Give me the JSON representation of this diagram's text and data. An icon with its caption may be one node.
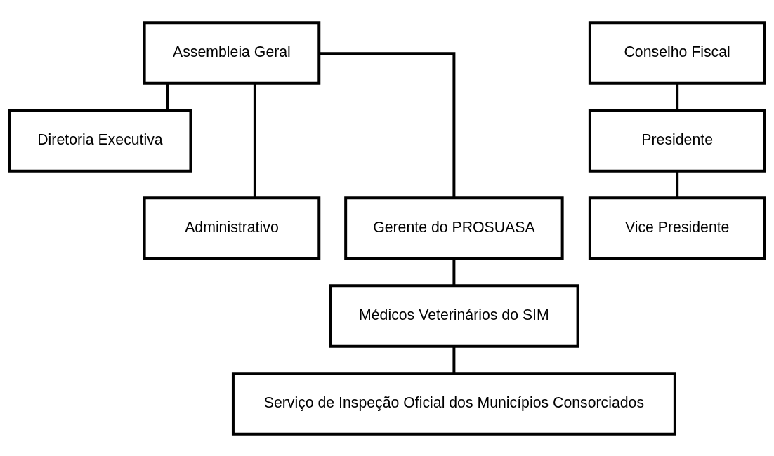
{
  "diagram": {
    "nodes": [
      {
        "text": [
          "Assembleia Geral"
        ]
      },
      {
        "text": [
          "Conselho Fiscal"
        ]
      },
      {
        "text": [
          "Diretoria Executiva"
        ]
      },
      {
        "text": [
          "Presidente"
        ]
      },
      {
        "text": [
          "Administrativo"
        ]
      },
      {
        "text": [
          "Gerente do PROSUASA"
        ]
      },
      {
        "text": [
          "Vice Presidente"
        ]
      },
      {
        "text": [
          "Médicos Veterinários do SIM"
        ]
      },
      {
        "text": [
          "Serviço de Inspeção Oficial dos Municípios Consorciados"
        ]
      }
    ],
    "edges": [
      {
        "from": 0,
        "to": 2,
        "arrow": "none"
      },
      {
        "from": 0,
        "to": 4,
        "arrow": "none"
      },
      {
        "from": 0,
        "to": 5,
        "arrow": "none"
      },
      {
        "from": 1,
        "to": 3,
        "arrow": "none"
      },
      {
        "from": 3,
        "to": 6,
        "arrow": "none"
      },
      {
        "from": 5,
        "to": 7,
        "arrow": "none"
      },
      {
        "from": 7,
        "to": 8,
        "arrow": "none"
      }
    ]
  }
}
